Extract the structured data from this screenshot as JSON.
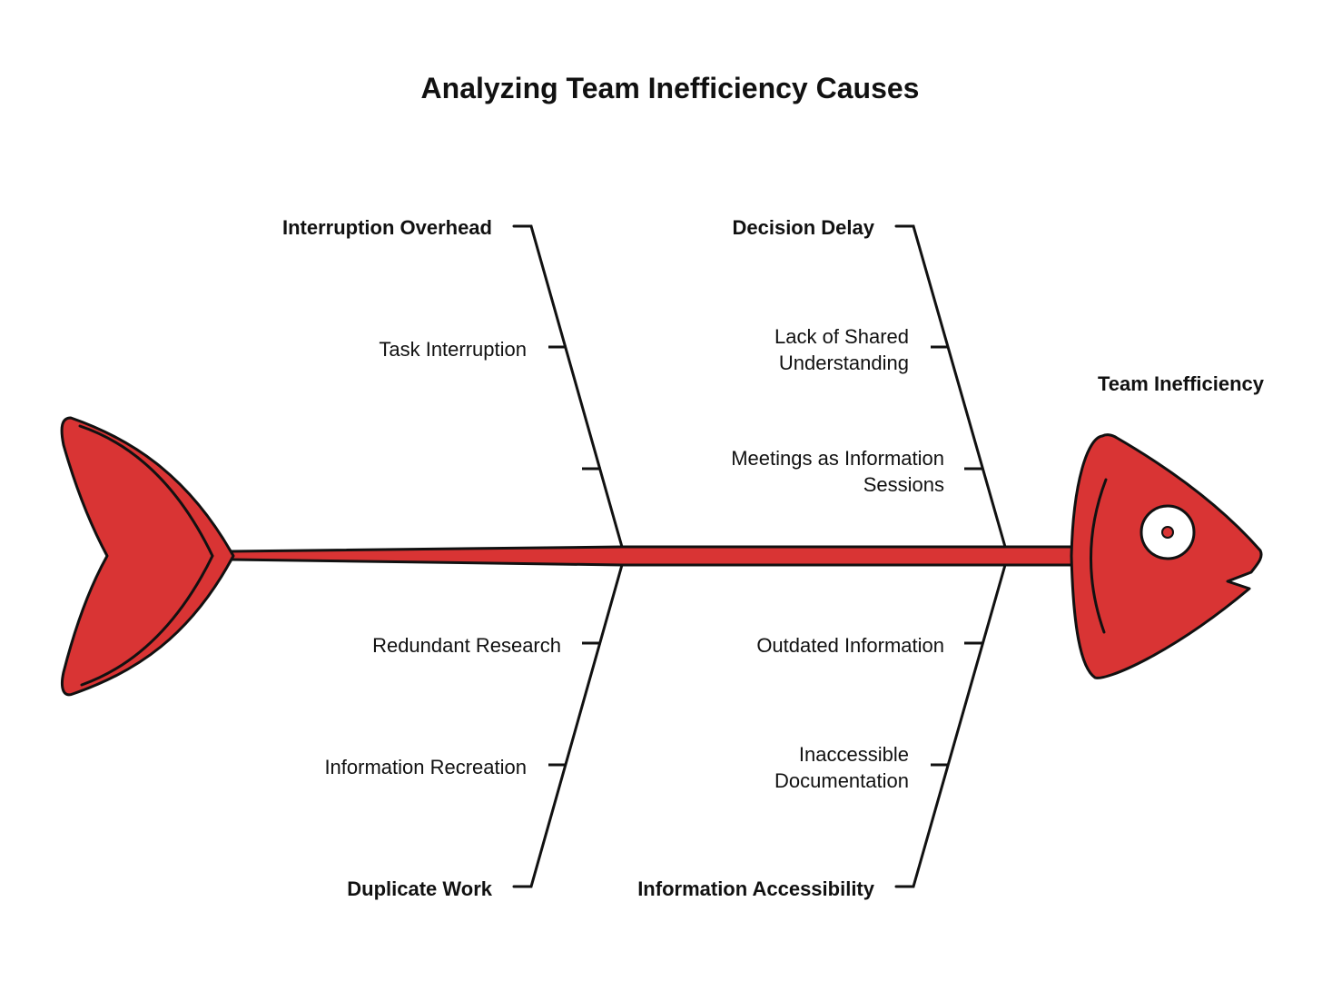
{
  "title": "Analyzing Team Inefficiency Causes",
  "effect": "Team Inefficiency",
  "colors": {
    "fish": "#d93434",
    "outline": "#111111",
    "background": "#ffffff"
  },
  "categories": [
    {
      "name": "Interruption Overhead",
      "position": "top",
      "causes": [
        [
          "Task Interruption"
        ],
        []
      ]
    },
    {
      "name": "Decision Delay",
      "position": "top",
      "causes": [
        [
          "Lack of Shared",
          "Understanding"
        ],
        [
          "Meetings as Information",
          "Sessions"
        ]
      ]
    },
    {
      "name": "Duplicate Work",
      "position": "bottom",
      "causes": [
        [
          "Redundant Research"
        ],
        [
          "Information Recreation"
        ]
      ]
    },
    {
      "name": "Information Accessibility",
      "position": "bottom",
      "causes": [
        [
          "Outdated Information"
        ],
        [
          "Inaccessible",
          "Documentation"
        ]
      ]
    }
  ],
  "icons": {
    "tail": "fish-tail-icon",
    "head": "fish-head-icon",
    "eye": "fish-eye-icon"
  }
}
